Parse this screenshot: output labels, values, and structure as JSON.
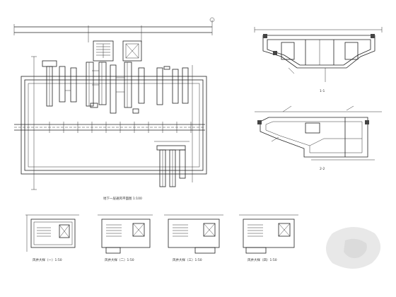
{
  "drawing": {
    "plan_caption": "地下一层通风平面图 1:100",
    "section_1_label": "1-1",
    "section_2_label": "2-2",
    "detail_captions": [
      "风井大样（一）1:50",
      "风井大样（二）1:50",
      "风井大样（三）1:50",
      "风井大样（四）1:50"
    ],
    "colors": {
      "line": "#222222",
      "background": "#ffffff",
      "hatch": "#444444"
    }
  }
}
